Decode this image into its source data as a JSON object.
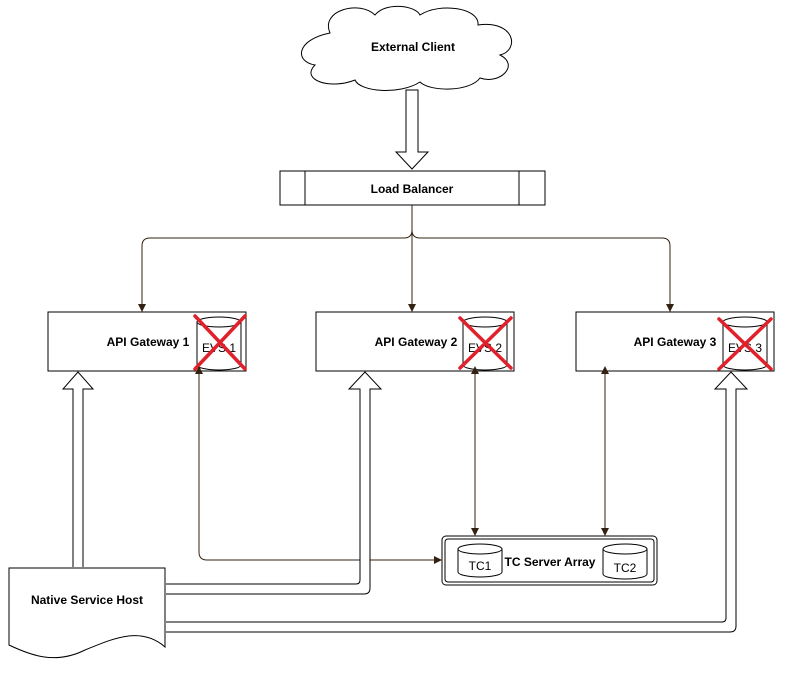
{
  "external_client": {
    "label": "External Client"
  },
  "load_balancer": {
    "label": "Load Balancer"
  },
  "gateways": [
    {
      "label": "API Gateway 1",
      "db_label": "EVS 1"
    },
    {
      "label": "API Gateway 2",
      "db_label": "EVS 2"
    },
    {
      "label": "API Gateway 3",
      "db_label": "EVS 3"
    }
  ],
  "tc_array": {
    "label": "TC Server Array",
    "db1": "TC1",
    "db2": "TC2"
  },
  "native_host": {
    "label": "Native Service Host"
  },
  "colors": {
    "stroke": "#000000",
    "connector": "#332211",
    "cross": "#e0202a"
  }
}
